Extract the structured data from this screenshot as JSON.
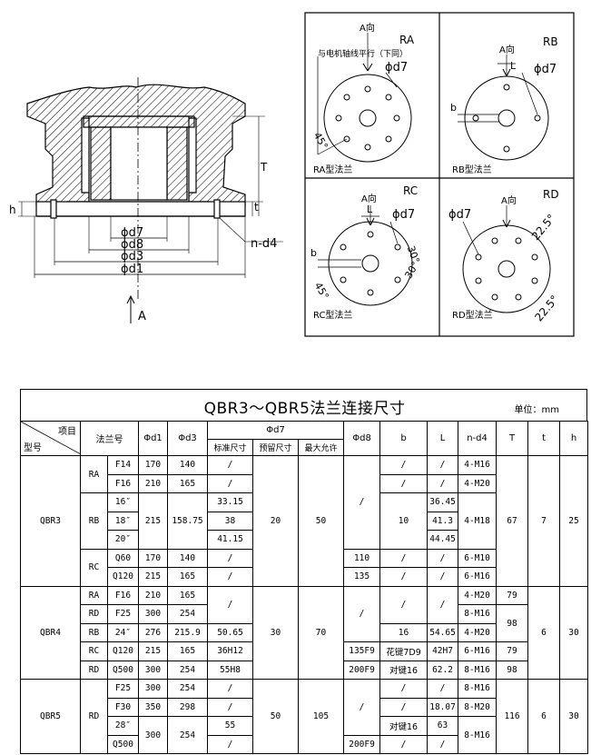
{
  "drawing": {
    "left": {
      "view_label": "A",
      "dims": [
        "ϕd7",
        "ϕd8",
        "ϕd3",
        "ϕd1"
      ],
      "h": "h",
      "t": "t",
      "T": "T",
      "bolt": "n-d4"
    },
    "ra": {
      "code": "RA",
      "dir": "A向",
      "note": "与电机轴线平行（下同）",
      "d7": "ϕd7",
      "angle": "45°",
      "caption": "RA型法兰"
    },
    "rb": {
      "code": "RB",
      "dir": "A向",
      "d7": "ϕd7",
      "L": "L",
      "b": "b",
      "caption": "RB型法兰"
    },
    "rc": {
      "code": "RC",
      "dir": "A向",
      "d7": "ϕd7",
      "L": "L",
      "b": "b",
      "angle1": "30°",
      "angle2": "30°",
      "angle3": "45°",
      "caption": "RC型法兰"
    },
    "rd": {
      "code": "RD",
      "dir": "A向",
      "d7": "ϕd7",
      "angle1": "22.5°",
      "angle2": "22.5°",
      "caption": "RD型法兰"
    }
  },
  "table": {
    "title": "QBR3～QBR5法兰连接尺寸",
    "unit": "单位：mm",
    "header": {
      "item": "项目",
      "model": "型号",
      "flange": "法兰号",
      "d1": "Φd1",
      "d3": "Φd3",
      "d7": "Φd7",
      "d7_std": "标准尺寸",
      "d7_pre": "预留尺寸",
      "d7_max": "最大允许",
      "d8": "Φd8",
      "b": "b",
      "L": "L",
      "nd4": "n-d4",
      "T": "T",
      "t": "t",
      "h": "h"
    },
    "qbr3": {
      "model": "QBR3",
      "ra": "RA",
      "rb": "RB",
      "rc": "RC",
      "f14": "F14",
      "f16": "F16",
      "i16": "16″",
      "i18": "18″",
      "i20": "20″",
      "q60": "Q60",
      "q120": "Q120",
      "d1_170": "170",
      "d1_210": "210",
      "d1_215": "215",
      "d1_170b": "170",
      "d1_215b": "215",
      "d3_140": "140",
      "d3_165": "165",
      "d3_15875": "158.75",
      "d3_140b": "140",
      "d3_165b": "165",
      "std_1": "/",
      "std_2": "/",
      "std_3": "33.15",
      "std_4": "38",
      "std_5": "41.15",
      "std_6": "/",
      "std_7": "/",
      "pre": "20",
      "max": "50",
      "d8_a": "/",
      "d8_110": "110",
      "d8_135": "135",
      "b_1": "/",
      "b_2": "/",
      "b_10": "10",
      "b_4": "/",
      "b_5": "/",
      "L_1": "/",
      "L_2": "/",
      "L_3": "36.45",
      "L_4": "41.3",
      "L_5": "44.45",
      "L_6": "/",
      "L_7": "/",
      "nd4_1": "4-M16",
      "nd4_2": "4-M20",
      "nd4_3": "4-M18",
      "nd4_4": "6-M10",
      "nd4_5": "6-M16",
      "T": "67",
      "t": "7",
      "h": "25"
    },
    "qbr4": {
      "model": "QBR4",
      "ra": "RA",
      "rd1": "RD",
      "rb": "RB",
      "rc": "RC",
      "rd2": "RD",
      "f16": "F16",
      "f25": "F25",
      "i24": "24″",
      "q120": "Q120",
      "q500": "Q500",
      "d1_210": "210",
      "d1_300": "300",
      "d1_276": "276",
      "d1_215": "215",
      "d1_300b": "300",
      "d3_165": "165",
      "d3_254": "254",
      "d3_2159": "215.9",
      "d3_165b": "165",
      "d3_254b": "254",
      "std_slash": "/",
      "std_5065": "50.65",
      "std_36h12": "36H12",
      "std_55h8": "55H8",
      "pre": "30",
      "max": "70",
      "d8_slash": "/",
      "d8_135f9": "135F9",
      "d8_200f9": "200F9",
      "b_slash": "/",
      "b_16": "16",
      "b_key7": "花键7D9",
      "b_key16": "对键16",
      "L_slash": "/",
      "L_5465": "54.65",
      "L_42h7": "42H7",
      "L_622": "62.2",
      "nd4_1": "4-M20",
      "nd4_2": "8-M16",
      "nd4_3": "4-M20",
      "nd4_4": "6-M16",
      "nd4_5": "8-M16",
      "T_79": "79",
      "T_98": "98",
      "T_79b": "79",
      "T_98b": "98",
      "t": "6",
      "h": "30"
    },
    "qbr5": {
      "model": "QBR5",
      "rd": "RD",
      "f25": "F25",
      "f30": "F30",
      "i28": "28″",
      "q500": "Q500",
      "d1_300": "300",
      "d1_350": "350",
      "d1_300b": "300",
      "d3_254": "254",
      "d3_298": "298",
      "d3_254b": "254",
      "std_1": "/",
      "std_2": "/",
      "std_55": "55",
      "std_4": "/",
      "pre": "50",
      "max": "105",
      "d8_slash": "/",
      "d8_200f9": "200F9",
      "b_1": "/",
      "b_2": "/",
      "b_key16": "对键16",
      "b_4": "/",
      "L_1": "/",
      "L_1807": "18.07",
      "L_63": "63",
      "L_4": "/",
      "nd4_1": "8-M16",
      "nd4_2": "8-M20",
      "nd4_3": "8-M16",
      "T": "116",
      "t": "6",
      "h": "30"
    }
  }
}
